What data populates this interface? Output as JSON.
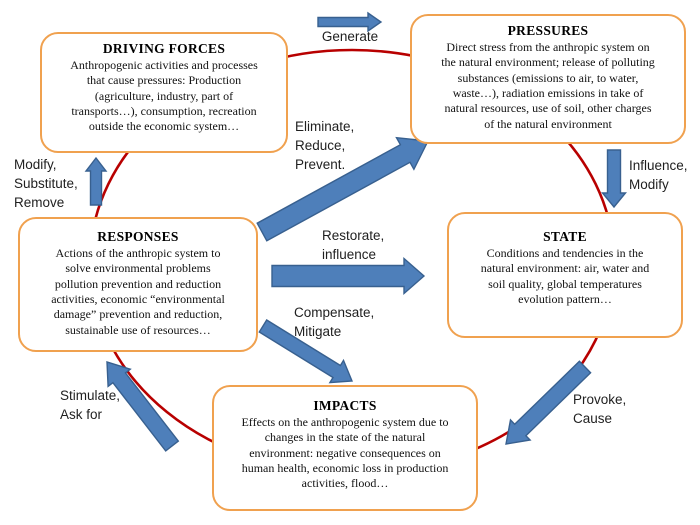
{
  "diagram": {
    "boxes": {
      "driving_forces": {
        "title": "DRIVING FORCES",
        "body": "Anthropogenic activities and processes\nthat cause pressures: Production\n(agriculture, industry, part of\ntransports…), consumption, recreation\noutside the economic system…"
      },
      "pressures": {
        "title": "PRESSURES",
        "body": "Direct stress from the anthropic system on\nthe natural environment; release of polluting\nsubstances (emissions to air, to water,\nwaste…), radiation emissions in take of\nnatural resources, use of soil, other charges\nof the natural environment"
      },
      "responses": {
        "title": "RESPONSES",
        "body": "Actions of the anthropic system to\nsolve environmental problems\npollution prevention and reduction\nactivities, economic “environmental\ndamage” prevention and reduction,\nsustainable use of resources…"
      },
      "state": {
        "title": "STATE",
        "body": "Conditions and tendencies in the\nnatural environment: air, water and\nsoil quality, global temperatures\nevolution pattern…"
      },
      "impacts": {
        "title": "IMPACTS",
        "body": "Effects on the anthropogenic system due to\nchanges in the state of the natural\nenvironment: negative consequences on\nhuman health, economic loss in production\nactivities, flood…"
      }
    },
    "arrows": {
      "generate": {
        "label": "Generate"
      },
      "influence_modify": {
        "label": "Influence,\nModify"
      },
      "provoke_cause": {
        "label": "Provoke,\nCause"
      },
      "stimulate_ask_for": {
        "label": "Stimulate,\nAsk for"
      },
      "modify_substitute_remove": {
        "label": "Modify,\nSubstitute,\nRemove"
      },
      "eliminate_reduce_prevent": {
        "label": "Eliminate,\nReduce,\nPrevent."
      },
      "restorate_influence": {
        "label": "Restorate,\ninfluence"
      },
      "compensate_mitigate": {
        "label": "Compensate,\nMitigate"
      }
    },
    "colors": {
      "box_border": "#F0A14F",
      "cycle": "#B80000",
      "arrow_fill": "#4E7FBA",
      "arrow_stroke": "#38608F"
    }
  }
}
